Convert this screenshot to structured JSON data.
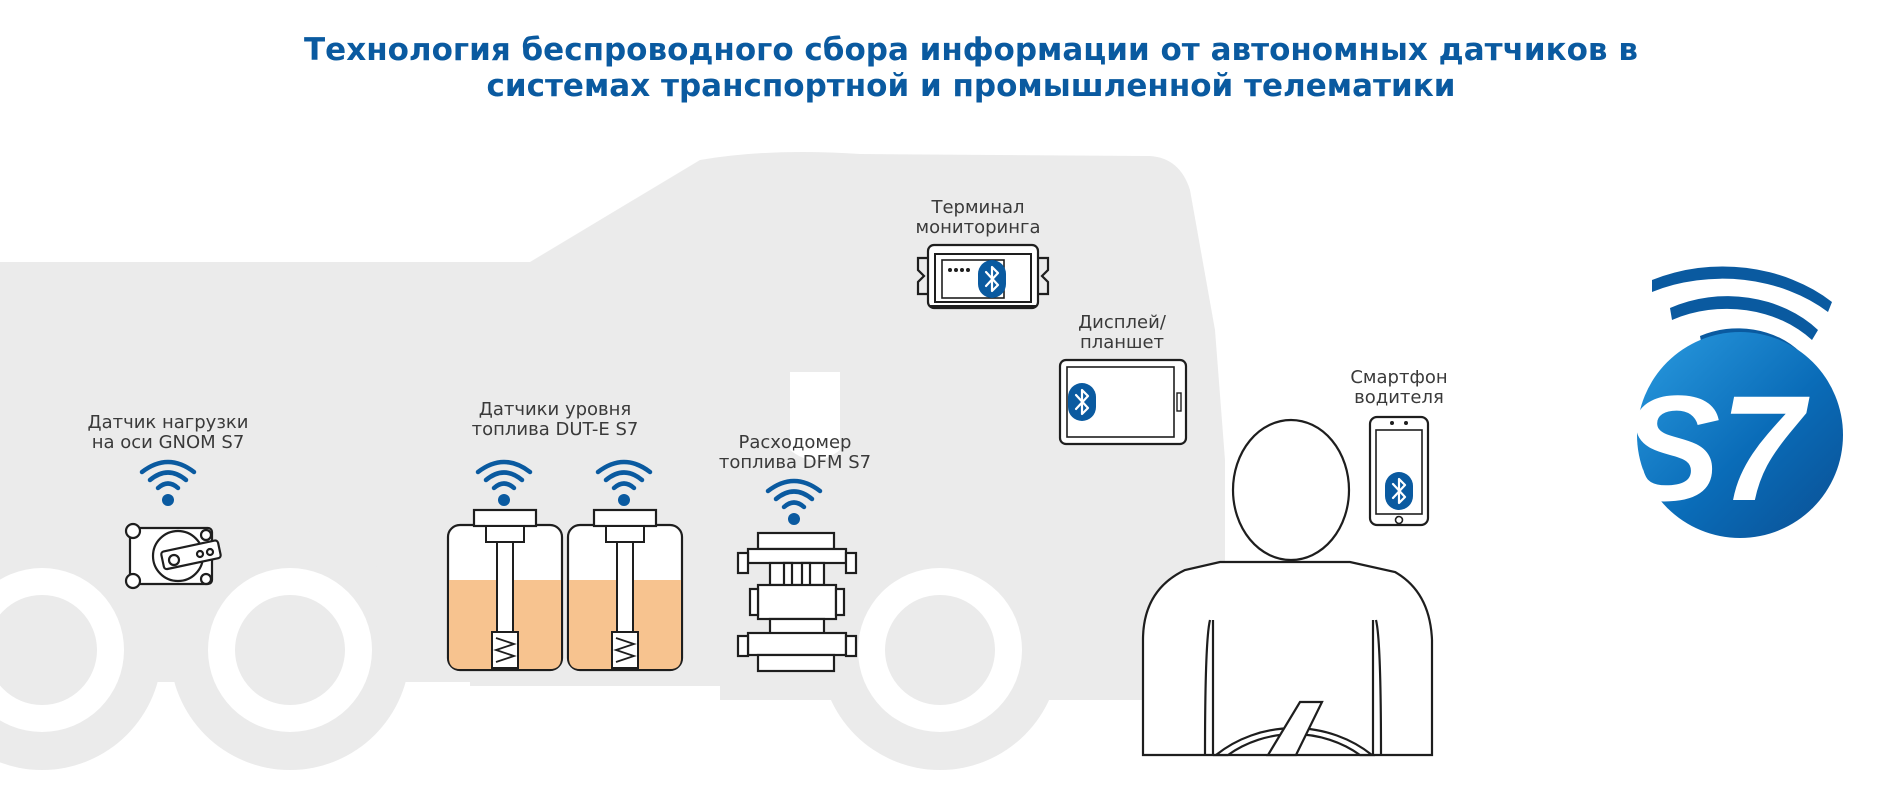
{
  "title": {
    "line1": "Технология беспроводного сбора информации от автономных датчиков в",
    "line2": "системах транспортной и промышленной телематики"
  },
  "labels": {
    "axle_sensor": {
      "line1": "Датчик нагрузки",
      "line2": "на оси GNOM S7"
    },
    "fuel_level_sensors": {
      "line1": "Датчики уровня",
      "line2": "топлива DUT-E S7"
    },
    "fuel_flow_meter": {
      "line1": "Расходомер",
      "line2": "топлива DFM S7"
    },
    "terminal": {
      "line1": "Терминал",
      "line2": "мониторинга"
    },
    "display": {
      "line1": "Дисплей/",
      "line2": "планшет"
    },
    "smartphone": {
      "line1": "Смартфон",
      "line2": "водителя"
    }
  },
  "logo": {
    "text": "S7"
  },
  "colors": {
    "title": "#0a5aa0",
    "brand_blue": "#0a5aa0",
    "truck_silhouette": "#ebebeb",
    "fuel": "#f7c38f",
    "outline": "#1e1e1e"
  },
  "icons": [
    "wifi-icon",
    "bluetooth-icon",
    "truck-silhouette",
    "driver-figure",
    "steering-wheel-icon",
    "s7-logo"
  ]
}
